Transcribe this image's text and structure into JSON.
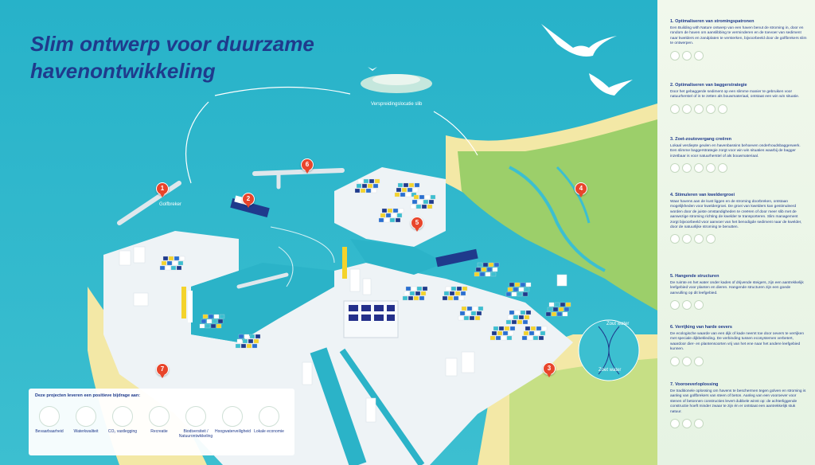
{
  "title": {
    "line1": "Slim ontwerp voor duurzame",
    "line2": "havenontwikkeling"
  },
  "map_labels": {
    "verspreiding": "Verspreidingslocatie slib",
    "golfbreker": "Golfbreker",
    "zout": "Zout water",
    "zoet": "Zoet water"
  },
  "markers": [
    "1",
    "2",
    "3",
    "4",
    "5",
    "6",
    "7"
  ],
  "legend": {
    "heading": "Deze projecten leveren een positieve bijdrage aan:",
    "items": [
      {
        "label": "Bevaarbaarheid",
        "icon": "ship-icon"
      },
      {
        "label": "Waterkwaliteit",
        "icon": "water-drop-icon"
      },
      {
        "label": "CO₂ vastlegging",
        "icon": "co2-icon"
      },
      {
        "label": "Recreatie",
        "icon": "swimmer-icon"
      },
      {
        "label": "Biodiversiteit / Natuurontwikkeling",
        "icon": "leaf-bird-icon"
      },
      {
        "label": "Hoogwaterveiligheid",
        "icon": "wave-wall-icon"
      },
      {
        "label": "Lokale economie",
        "icon": "euro-icon"
      }
    ]
  },
  "sections": [
    {
      "title": "1. Optimaliseren van stromingspatronen",
      "text": "Een Building with Nature ontwerp van een haven benut de stroming in, door en rondom de haven om aanslibbing te verminderen en de toevoer van sediment naar kwelders en zandplaten te versterken, bijvoorbeeld door de golfbrekers slim te ontwerpen.",
      "icons": [
        "leaf",
        "drop",
        "ship"
      ]
    },
    {
      "title": "2. Optimaliseren van baggerstrategie",
      "text": "Door het gebaggerde sediment op een slimme manier te gebruiken voor natuurherstel of in te zetten als bouwmateriaal, ontstaat een win win situatie.",
      "icons": [
        "ship",
        "leaf",
        "drop",
        "CO₂",
        "€"
      ]
    },
    {
      "title": "3. Zoet-zoutovergang creëren",
      "text": "Lokaal verdiepte geulen en havenbassins behoeven onderhoudsbaggerwerk. Een slimme baggerstrategie zorgt voor win win situaties waarbij de bagger inzetbaar is voor natuurherstel of als bouwmateriaal.",
      "icons": [
        "drop",
        "CO₂",
        "leaf",
        "bird",
        "€"
      ]
    },
    {
      "title": "4. Stimuleren van kweldergroei",
      "text": "Waar havens aan de kust liggen en de stroming doorbreken, ontstaan mogelijkheden voor kweldergroei. De groei van kwelders kan gestimuleerd worden door de juiste omstandigheden te creëren of door meer slib met de aanwezige stroming richting de kwelder te transporteren. Slim management zorgt bijvoorbeeld voor aanvoer van het benodigde sediment naar de kwelder, door de natuurlijke stroming te benutten.",
      "icons": [
        "leaf",
        "CO₂",
        "drop",
        "wave"
      ]
    },
    {
      "title": "5. Hangende structuren",
      "text": "De ruimte en het water onder kades of drijvende steigers, zijn een aantrekkelijk leefgebied voor planten en dieren. Hangende structuren zijn een goede aanvulling op dit leefgebied.",
      "icons": [
        "leaf",
        "drop",
        "bird"
      ]
    },
    {
      "title": "6. Verrijking van harde oevers",
      "text": "De ecologische waarde van een dijk of kade neemt toe door oevers te verrijken met speciale dijkbekleding. De verbinding tussen ecosystemen verbetert, waardoor dier- en plantensoorten vrij van het ene naar het andere leefgebied kunnen.",
      "icons": [
        "leaf",
        "drop",
        "CO₂"
      ]
    },
    {
      "title": "7. Vooroeverloplossing",
      "text": "De traditionele oplossing om havens te beschermen tegen golven en stroming is aanleg van golfbrekers van steen of beton. Aanleg van een vooroever voor stenen of betonnen constructies levert dubbele winst op: de achterliggende constructie hoeft minder zwaar te zijn én er ontstaat een aantrekkelijk stuk natuur.",
      "icons": [
        "leaf",
        "drop",
        "wave"
      ]
    }
  ]
}
